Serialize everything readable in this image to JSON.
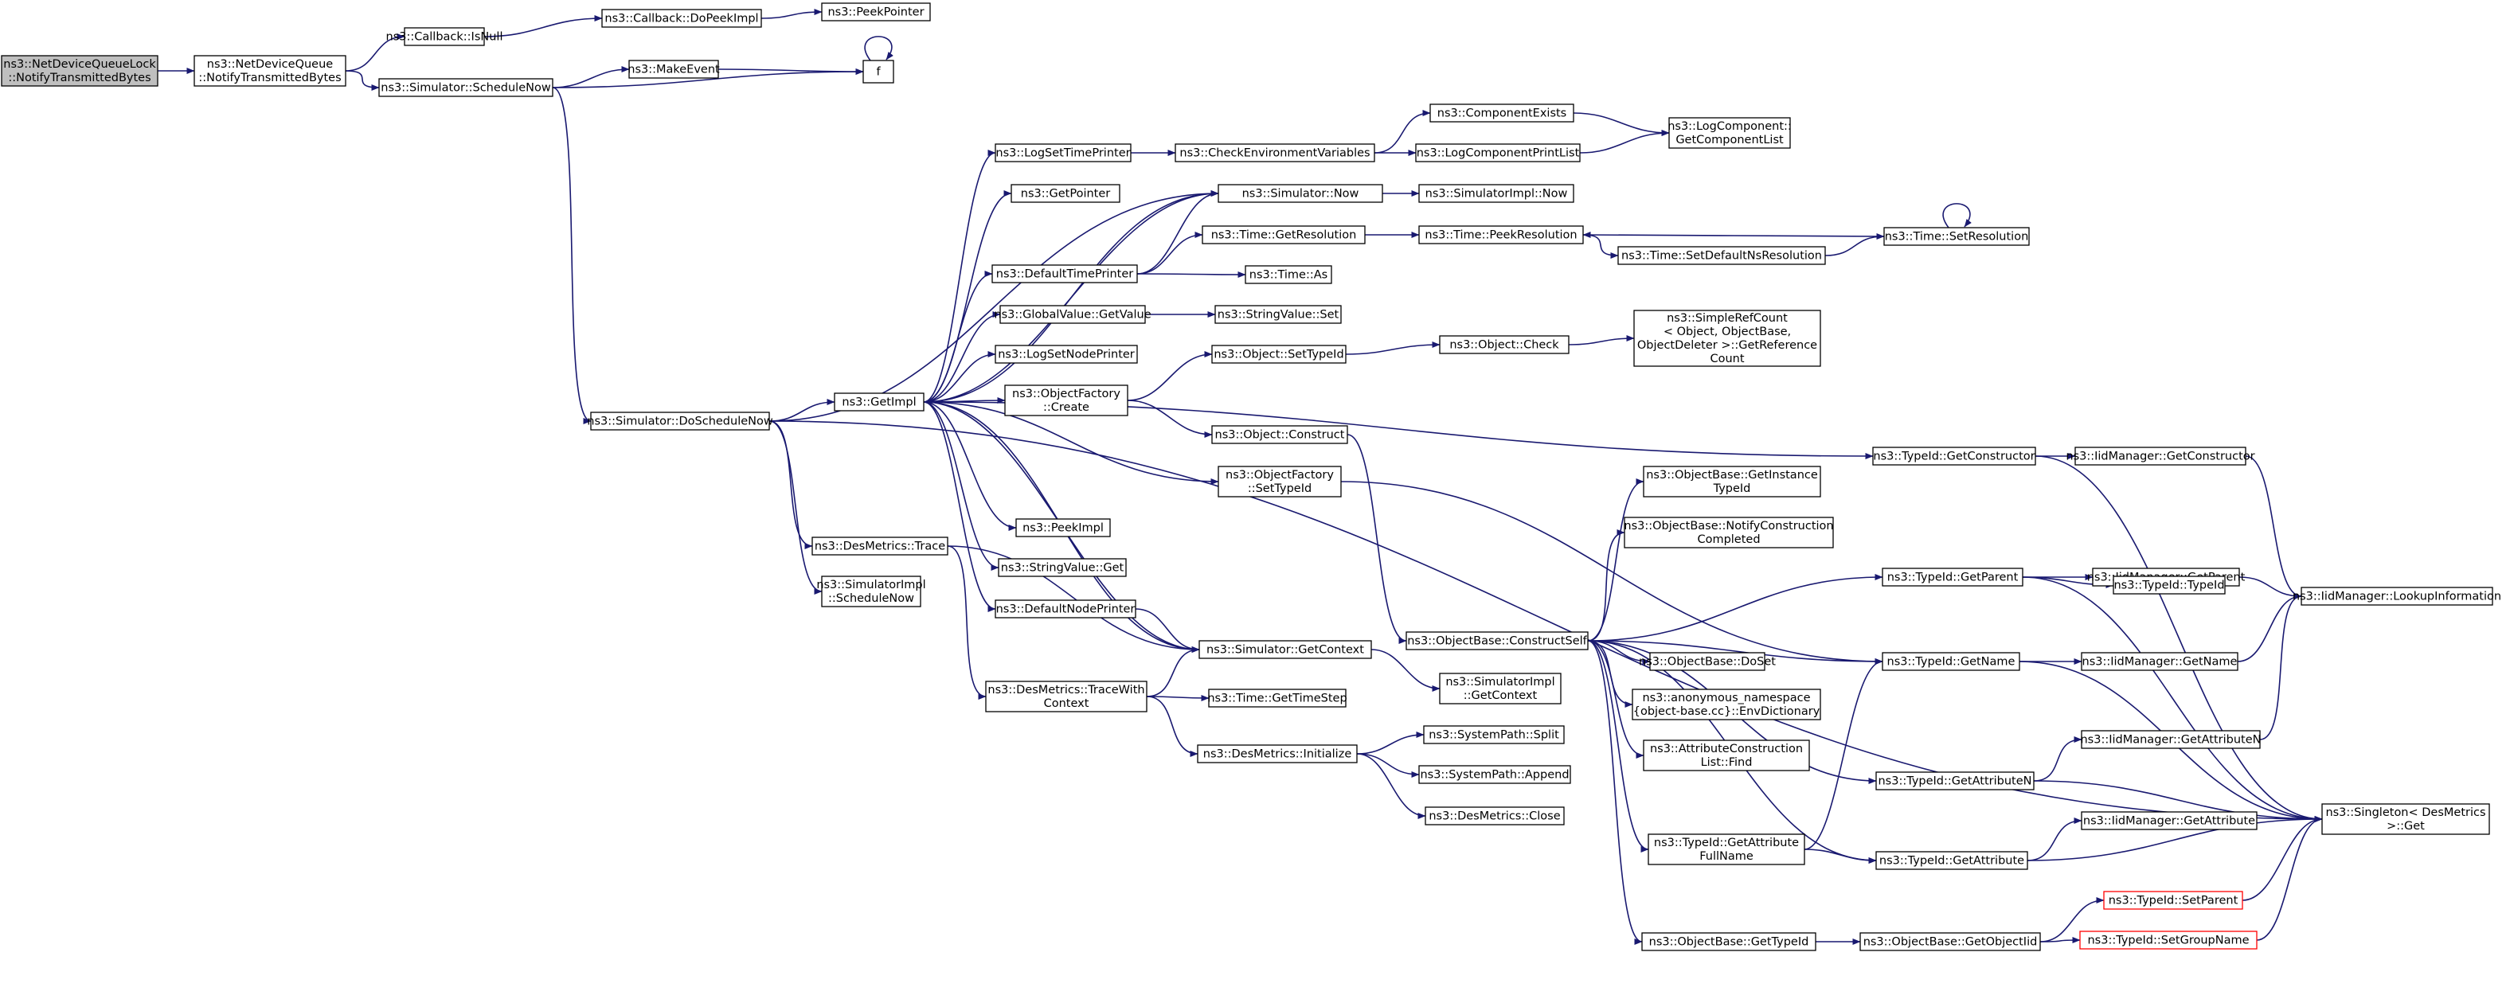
{
  "diagram": {
    "edge_color": "#191970",
    "node_border_color": "#000000",
    "root_fill": "#bfbfbf",
    "highlight_border": "#ff0000",
    "nodes": [
      {
        "id": "root",
        "lines": [
          "ns3::NetDeviceQueueLock",
          "::NotifyTransmittedBytes"
        ],
        "root": true
      },
      {
        "id": "ndq",
        "lines": [
          "ns3::NetDeviceQueue",
          "::NotifyTransmittedBytes"
        ]
      },
      {
        "id": "isnull",
        "lines": [
          "ns3::Callback::IsNull"
        ]
      },
      {
        "id": "dopeek",
        "lines": [
          "ns3::Callback::DoPeekImpl"
        ]
      },
      {
        "id": "peekptr",
        "lines": [
          "ns3::PeekPointer"
        ]
      },
      {
        "id": "schednow",
        "lines": [
          "ns3::Simulator::ScheduleNow"
        ]
      },
      {
        "id": "makeevent",
        "lines": [
          "ns3::MakeEvent"
        ]
      },
      {
        "id": "f",
        "lines": [
          "f"
        ]
      },
      {
        "id": "doschednow",
        "lines": [
          "ns3::Simulator::DoScheduleNow"
        ]
      },
      {
        "id": "getimpl",
        "lines": [
          "ns3::GetImpl"
        ]
      },
      {
        "id": "logsettime",
        "lines": [
          "ns3::LogSetTimePrinter"
        ]
      },
      {
        "id": "checkenv",
        "lines": [
          "ns3::CheckEnvironmentVariables"
        ]
      },
      {
        "id": "compexists",
        "lines": [
          "ns3::ComponentExists"
        ]
      },
      {
        "id": "logcomplist",
        "lines": [
          "ns3::LogComponent::",
          "GetComponentList"
        ]
      },
      {
        "id": "logcompprint",
        "lines": [
          "ns3::LogComponentPrintList"
        ]
      },
      {
        "id": "getpointer",
        "lines": [
          "ns3::GetPointer"
        ]
      },
      {
        "id": "simnow",
        "lines": [
          "ns3::Simulator::Now"
        ]
      },
      {
        "id": "simimplnow",
        "lines": [
          "ns3::SimulatorImpl::Now"
        ]
      },
      {
        "id": "deftimeprinter",
        "lines": [
          "ns3::DefaultTimePrinter"
        ]
      },
      {
        "id": "timegetres",
        "lines": [
          "ns3::Time::GetResolution"
        ]
      },
      {
        "id": "timepeekres",
        "lines": [
          "ns3::Time::PeekResolution"
        ]
      },
      {
        "id": "timesetdefns",
        "lines": [
          "ns3::Time::SetDefaultNsResolution"
        ]
      },
      {
        "id": "timesetres",
        "lines": [
          "ns3::Time::SetResolution"
        ]
      },
      {
        "id": "timeas",
        "lines": [
          "ns3::Time::As"
        ]
      },
      {
        "id": "gvgetvalue",
        "lines": [
          "ns3::GlobalValue::GetValue"
        ]
      },
      {
        "id": "svset",
        "lines": [
          "ns3::StringValue::Set"
        ]
      },
      {
        "id": "logsetnode",
        "lines": [
          "ns3::LogSetNodePrinter"
        ]
      },
      {
        "id": "objfactcreate",
        "lines": [
          "ns3::ObjectFactory",
          "::Create"
        ]
      },
      {
        "id": "objsettypeid",
        "lines": [
          "ns3::Object::SetTypeId"
        ]
      },
      {
        "id": "objcheck",
        "lines": [
          "ns3::Object::Check"
        ]
      },
      {
        "id": "simplerefcount",
        "lines": [
          "ns3::SimpleRefCount",
          "< Object, ObjectBase,",
          "ObjectDeleter >::GetReference",
          "Count"
        ]
      },
      {
        "id": "objconstruct",
        "lines": [
          "ns3::Object::Construct"
        ]
      },
      {
        "id": "typeidgetctor",
        "lines": [
          "ns3::TypeId::GetConstructor"
        ]
      },
      {
        "id": "iidgetctor",
        "lines": [
          "ns3::IidManager::GetConstructor"
        ]
      },
      {
        "id": "objfactsettypeid",
        "lines": [
          "ns3::ObjectFactory",
          "::SetTypeId"
        ]
      },
      {
        "id": "peekimpl",
        "lines": [
          "ns3::PeekImpl"
        ]
      },
      {
        "id": "svget",
        "lines": [
          "ns3::StringValue::Get"
        ]
      },
      {
        "id": "defnodeprinter",
        "lines": [
          "ns3::DefaultNodePrinter"
        ]
      },
      {
        "id": "destrace",
        "lines": [
          "ns3::DesMetrics::Trace"
        ]
      },
      {
        "id": "simimplschednow",
        "lines": [
          "ns3::SimulatorImpl",
          "::ScheduleNow"
        ]
      },
      {
        "id": "simgetctx",
        "lines": [
          "ns3::Simulator::GetContext"
        ]
      },
      {
        "id": "simimplgetctx",
        "lines": [
          "ns3::SimulatorImpl",
          "::GetContext"
        ]
      },
      {
        "id": "destracewith",
        "lines": [
          "ns3::DesMetrics::TraceWith",
          "Context"
        ]
      },
      {
        "id": "timegetstep",
        "lines": [
          "ns3::Time::GetTimeStep"
        ]
      },
      {
        "id": "desinit",
        "lines": [
          "ns3::DesMetrics::Initialize"
        ]
      },
      {
        "id": "spsplit",
        "lines": [
          "ns3::SystemPath::Split"
        ]
      },
      {
        "id": "spappend",
        "lines": [
          "ns3::SystemPath::Append"
        ]
      },
      {
        "id": "desclose",
        "lines": [
          "ns3::DesMetrics::Close"
        ]
      },
      {
        "id": "obgetinst",
        "lines": [
          "ns3::ObjectBase::GetInstance",
          "TypeId"
        ]
      },
      {
        "id": "obnotify",
        "lines": [
          "ns3::ObjectBase::NotifyConstruction",
          "Completed"
        ]
      },
      {
        "id": "obconstructself",
        "lines": [
          "ns3::ObjectBase::ConstructSelf"
        ]
      },
      {
        "id": "obdoset",
        "lines": [
          "ns3::ObjectBase::DoSet"
        ]
      },
      {
        "id": "anonenv",
        "lines": [
          "ns3::anonymous_namespace",
          "{object-base.cc}::EnvDictionary"
        ]
      },
      {
        "id": "attrfind",
        "lines": [
          "ns3::AttributeConstruction",
          "List::Find"
        ]
      },
      {
        "id": "tidgetattrfull",
        "lines": [
          "ns3::TypeId::GetAttribute",
          "FullName"
        ]
      },
      {
        "id": "obgettypeid",
        "lines": [
          "ns3::ObjectBase::GetTypeId"
        ]
      },
      {
        "id": "obgetobjectiid",
        "lines": [
          "ns3::ObjectBase::GetObjectIid"
        ]
      },
      {
        "id": "tidgetparent",
        "lines": [
          "ns3::TypeId::GetParent"
        ]
      },
      {
        "id": "iidgetparent",
        "lines": [
          "ns3::IidManager::GetParent"
        ]
      },
      {
        "id": "tidtypeid",
        "lines": [
          "ns3::TypeId::TypeId"
        ]
      },
      {
        "id": "iidlookup",
        "lines": [
          "ns3::IidManager::LookupInformation"
        ]
      },
      {
        "id": "tidgetname",
        "lines": [
          "ns3::TypeId::GetName"
        ]
      },
      {
        "id": "iidgetname",
        "lines": [
          "ns3::IidManager::GetName"
        ]
      },
      {
        "id": "iidgetattrn",
        "lines": [
          "ns3::IidManager::GetAttributeN"
        ]
      },
      {
        "id": "tidgetattrn",
        "lines": [
          "ns3::TypeId::GetAttributeN"
        ]
      },
      {
        "id": "singleton",
        "lines": [
          "ns3::Singleton< DesMetrics",
          ">::Get"
        ]
      },
      {
        "id": "iidgetattr",
        "lines": [
          "ns3::IidManager::GetAttribute"
        ]
      },
      {
        "id": "tidgetattr",
        "lines": [
          "ns3::TypeId::GetAttribute"
        ]
      },
      {
        "id": "tidsetparent",
        "lines": [
          "ns3::TypeId::SetParent"
        ],
        "highlight": true
      },
      {
        "id": "tidsetgroup",
        "lines": [
          "ns3::TypeId::SetGroupName"
        ],
        "highlight": true
      }
    ],
    "edges": [
      [
        "root",
        "ndq"
      ],
      [
        "ndq",
        "isnull"
      ],
      [
        "ndq",
        "schednow"
      ],
      [
        "isnull",
        "dopeek"
      ],
      [
        "dopeek",
        "peekptr"
      ],
      [
        "schednow",
        "makeevent"
      ],
      [
        "schednow",
        "f"
      ],
      [
        "makeevent",
        "f"
      ],
      [
        "f",
        "f"
      ],
      [
        "schednow",
        "doschednow"
      ],
      [
        "doschednow",
        "getimpl"
      ],
      [
        "doschednow",
        "simnow"
      ],
      [
        "doschednow",
        "destrace"
      ],
      [
        "doschednow",
        "simimplschednow"
      ],
      [
        "doschednow",
        "singleton"
      ],
      [
        "getimpl",
        "logsettime"
      ],
      [
        "getimpl",
        "getpointer"
      ],
      [
        "getimpl",
        "simnow"
      ],
      [
        "getimpl",
        "deftimeprinter"
      ],
      [
        "getimpl",
        "gvgetvalue"
      ],
      [
        "getimpl",
        "logsetnode"
      ],
      [
        "getimpl",
        "objfactcreate"
      ],
      [
        "getimpl",
        "objfactsettypeid"
      ],
      [
        "getimpl",
        "peekimpl"
      ],
      [
        "getimpl",
        "svget"
      ],
      [
        "getimpl",
        "defnodeprinter"
      ],
      [
        "getimpl",
        "simgetctx"
      ],
      [
        "getimpl",
        "typeidgetctor"
      ],
      [
        "logsettime",
        "checkenv"
      ],
      [
        "checkenv",
        "compexists"
      ],
      [
        "checkenv",
        "logcompprint"
      ],
      [
        "compexists",
        "logcomplist"
      ],
      [
        "logcompprint",
        "logcomplist"
      ],
      [
        "simnow",
        "simimplnow"
      ],
      [
        "simnow",
        "getimpl"
      ],
      [
        "deftimeprinter",
        "simnow"
      ],
      [
        "deftimeprinter",
        "timegetres"
      ],
      [
        "deftimeprinter",
        "timeas"
      ],
      [
        "timegetres",
        "timepeekres"
      ],
      [
        "timepeekres",
        "timesetdefns"
      ],
      [
        "timesetdefns",
        "timesetres"
      ],
      [
        "timesetres",
        "timepeekres"
      ],
      [
        "timesetres",
        "timesetres"
      ],
      [
        "gvgetvalue",
        "svset"
      ],
      [
        "objfactcreate",
        "objsettypeid"
      ],
      [
        "objfactcreate",
        "objconstruct"
      ],
      [
        "objsettypeid",
        "objcheck"
      ],
      [
        "objcheck",
        "simplerefcount"
      ],
      [
        "objconstruct",
        "obconstructself"
      ],
      [
        "typeidgetctor",
        "iidgetctor"
      ],
      [
        "typeidgetctor",
        "singleton"
      ],
      [
        "iidgetctor",
        "iidlookup"
      ],
      [
        "objfactsettypeid",
        "tidgetname"
      ],
      [
        "defnodeprinter",
        "simgetctx"
      ],
      [
        "simgetctx",
        "getimpl"
      ],
      [
        "simgetctx",
        "simimplgetctx"
      ],
      [
        "destrace",
        "destracewith"
      ],
      [
        "destrace",
        "simgetctx"
      ],
      [
        "destracewith",
        "simgetctx"
      ],
      [
        "destracewith",
        "timegetstep"
      ],
      [
        "destracewith",
        "desinit"
      ],
      [
        "desinit",
        "spsplit"
      ],
      [
        "desinit",
        "spappend"
      ],
      [
        "desinit",
        "desclose"
      ],
      [
        "obconstructself",
        "obgetinst"
      ],
      [
        "obconstructself",
        "obnotify"
      ],
      [
        "obconstructself",
        "tidgetparent"
      ],
      [
        "obconstructself",
        "tidgetname"
      ],
      [
        "obconstructself",
        "obdoset"
      ],
      [
        "obconstructself",
        "anonenv"
      ],
      [
        "obconstructself",
        "attrfind"
      ],
      [
        "obconstructself",
        "tidgetattrn"
      ],
      [
        "obconstructself",
        "tidgetattrfull"
      ],
      [
        "obconstructself",
        "tidgetattr"
      ],
      [
        "obconstructself",
        "obgettypeid"
      ],
      [
        "tidgetattrfull",
        "tidgetname"
      ],
      [
        "tidgetattrfull",
        "tidgetattr"
      ],
      [
        "obgettypeid",
        "obgetobjectiid"
      ],
      [
        "obgetobjectiid",
        "tidsetparent"
      ],
      [
        "obgetobjectiid",
        "tidsetgroup"
      ],
      [
        "tidsetparent",
        "singleton"
      ],
      [
        "tidsetgroup",
        "singleton"
      ],
      [
        "tidgetparent",
        "iidgetparent"
      ],
      [
        "tidgetparent",
        "tidtypeid"
      ],
      [
        "tidgetparent",
        "singleton"
      ],
      [
        "iidgetparent",
        "iidlookup"
      ],
      [
        "tidgetname",
        "iidgetname"
      ],
      [
        "tidgetname",
        "singleton"
      ],
      [
        "iidgetname",
        "iidlookup"
      ],
      [
        "tidgetattrn",
        "iidgetattrn"
      ],
      [
        "tidgetattrn",
        "singleton"
      ],
      [
        "iidgetattrn",
        "iidlookup"
      ],
      [
        "tidgetattr",
        "iidgetattr"
      ],
      [
        "tidgetattr",
        "singleton"
      ]
    ]
  }
}
